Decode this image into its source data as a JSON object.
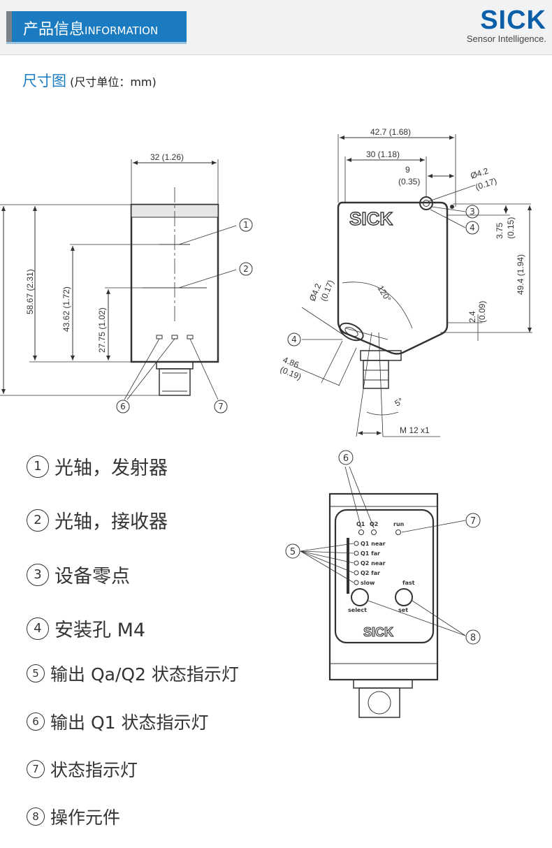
{
  "header": {
    "title_cn": "产品信息",
    "title_en": "INFORMATION",
    "logo": "SICK",
    "logo_tagline": "Sensor Intelligence."
  },
  "section": {
    "title": "尺寸图",
    "unit": "(尺寸单位：mm)"
  },
  "front_view": {
    "width": "32 (1.26)",
    "height_total": "58.67 (2.31)",
    "height_axis1": "43.62 (1.72)",
    "height_axis2": "27.75 (1.02)"
  },
  "side_view": {
    "width_total": "42.7 (1.68)",
    "width_30": "30 (1.18)",
    "dim_9": "9",
    "dim_9_in": "(0.35)",
    "hole_top": "Ø4.2",
    "hole_top_in": "(0.17)",
    "dim_375": "3.75",
    "dim_375_in": "(0.15)",
    "dim_494": "49.4 (1.94)",
    "hole_bottom": "Ø4.2",
    "hole_bottom_in": "(0.17)",
    "angle_120": "120°",
    "dim_24": "2.4",
    "dim_24_in": "(0.09)",
    "dim_486": "4.86",
    "dim_486_in": "(0.19)",
    "angle_5": "5°",
    "thread": "M 12 x1",
    "logo": "SICK"
  },
  "panel": {
    "q1": "Q1",
    "q2": "Q2",
    "run": "run",
    "labels": [
      "Q1 near",
      "Q1 far",
      "Q2 near",
      "Q2 far",
      "slow"
    ],
    "fast": "fast",
    "select": "select",
    "set": "set",
    "logo": "SICK"
  },
  "callouts": [
    "①",
    "②",
    "③",
    "④",
    "⑤",
    "⑥",
    "⑦",
    "⑧"
  ],
  "legend": [
    {
      "num": "①",
      "text": "光轴，发射器"
    },
    {
      "num": "②",
      "text": "光轴，接收器"
    },
    {
      "num": "③",
      "text": "设备零点"
    },
    {
      "num": "④",
      "text": "安装孔 M4"
    },
    {
      "num": "⑤",
      "text": "输出 Qa/Q2 状态指示灯"
    },
    {
      "num": "⑥",
      "text": "输出 Q1 状态指示灯"
    },
    {
      "num": "⑦",
      "text": "状态指示灯"
    },
    {
      "num": "⑧",
      "text": "操作元件"
    }
  ]
}
